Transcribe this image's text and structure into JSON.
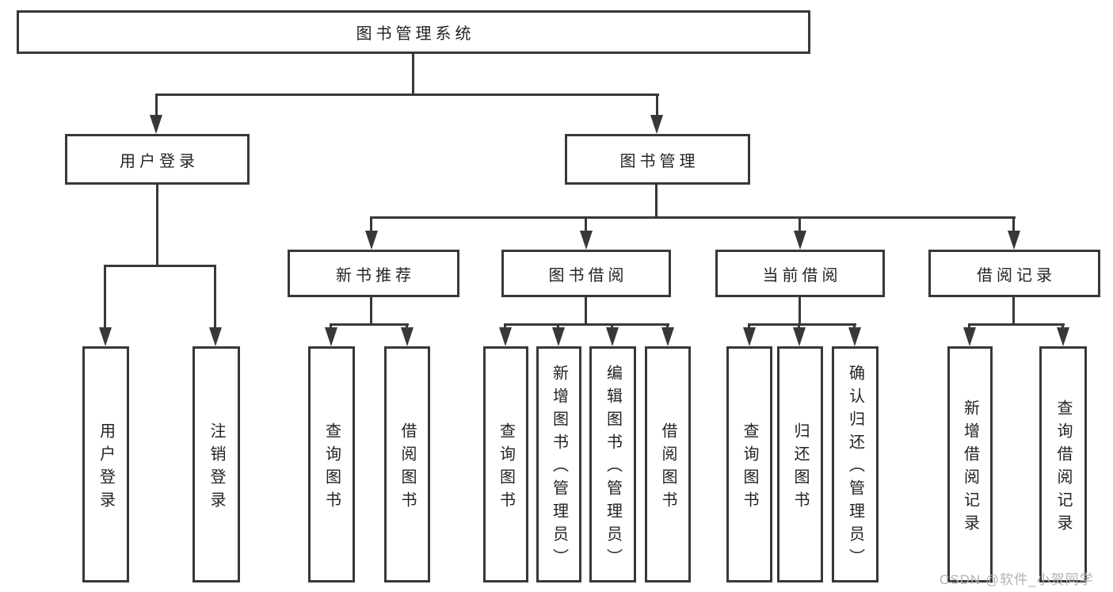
{
  "tree": {
    "root": "图书管理系统",
    "children": [
      {
        "label": "用户登录",
        "children": [
          "用户登录",
          "注销登录"
        ]
      },
      {
        "label": "图书管理",
        "children": [
          {
            "label": "新书推荐",
            "children": [
              "查询图书",
              "借阅图书"
            ]
          },
          {
            "label": "图书借阅",
            "children": [
              "查询图书",
              "新增图书（管理员）",
              "编辑图书（管理员）",
              "借阅图书"
            ]
          },
          {
            "label": "当前借阅",
            "children": [
              "查询图书",
              "归还图书",
              "确认归还（管理员）"
            ]
          },
          {
            "label": "借阅记录",
            "children": [
              "新增借阅记录",
              "查询借阅记录"
            ]
          }
        ]
      }
    ]
  },
  "watermark": {
    "text": "CSDN @软件_小贺同学"
  },
  "colors": {
    "line": "#383838",
    "text": "#232323",
    "watermark": "#b2b2b2",
    "background": "#ffffff"
  }
}
